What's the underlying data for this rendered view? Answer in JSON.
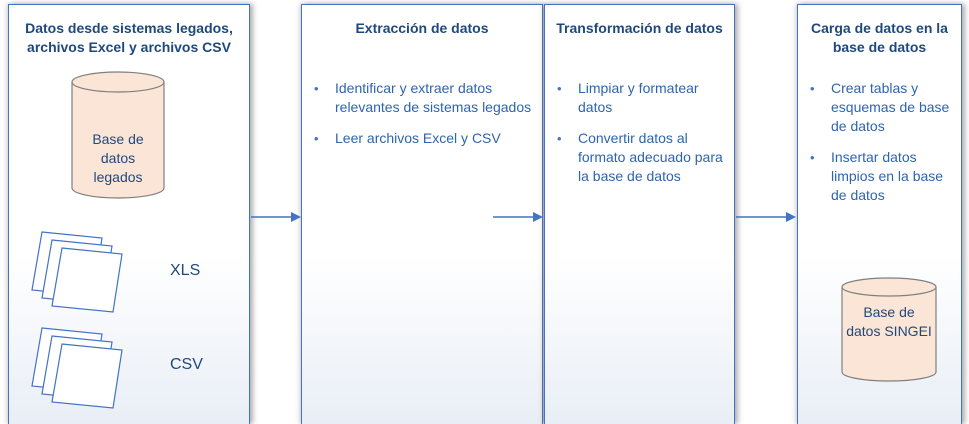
{
  "stages": [
    {
      "title": "Datos desde sistemas legados, archivos Excel y archivos CSV",
      "database_label": "Base de datos legados",
      "files": [
        "XLS",
        "CSV"
      ]
    },
    {
      "title": "Extracción de datos",
      "bullets": [
        "Identificar y extraer datos relevantes de sistemas legados",
        "Leer archivos Excel y CSV"
      ]
    },
    {
      "title": "Transformación de datos",
      "bullets": [
        "Limpiar y formatear datos",
        "Convertir datos al formato adecuado para la base de datos"
      ]
    },
    {
      "title": "Carga de datos en la base de datos",
      "bullets": [
        "Crear tablas y esquemas de base de datos",
        "Insertar datos limpios en la base de datos"
      ],
      "database_label": "Base de datos SINGEI"
    }
  ],
  "colors": {
    "border": "#4472C4",
    "title_text": "#1F497D",
    "bullet_text": "#2E64B0",
    "cylinder_fill": "#FBE5D6",
    "cylinder_stroke": "#7F7F7F"
  },
  "icons": {
    "file_stack": "document-stack-icon",
    "database": "database-cylinder-icon",
    "arrow": "right-arrow-icon"
  }
}
